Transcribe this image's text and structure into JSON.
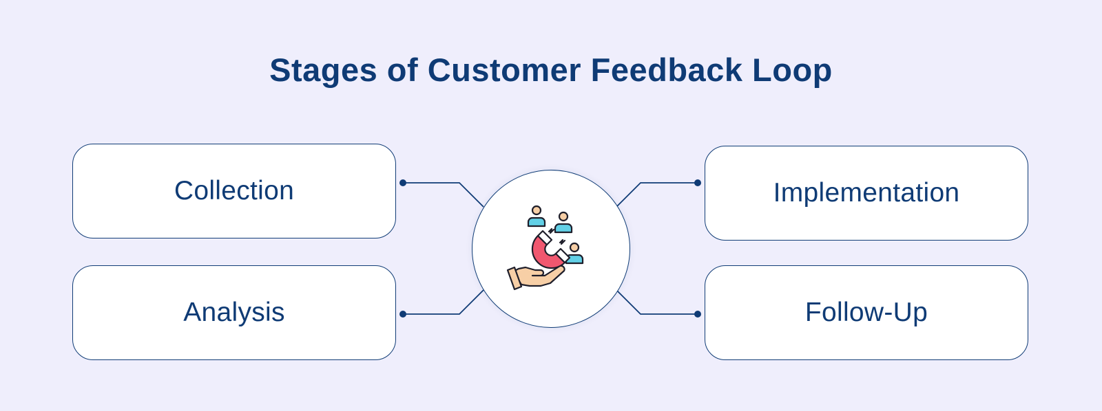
{
  "diagram": {
    "title": "Stages of Customer Feedback Loop",
    "stages": {
      "collection": "Collection",
      "analysis": "Analysis",
      "implementation": "Implementation",
      "follow_up": "Follow-Up"
    },
    "hub_icon": "customer-magnet-icon"
  },
  "colors": {
    "background": "#efeefc",
    "primary": "#0f3b75",
    "box_fill": "#ffffff",
    "magnet_red": "#f0576f",
    "person_cyan": "#62d0e6",
    "skin": "#f7cfa6"
  }
}
